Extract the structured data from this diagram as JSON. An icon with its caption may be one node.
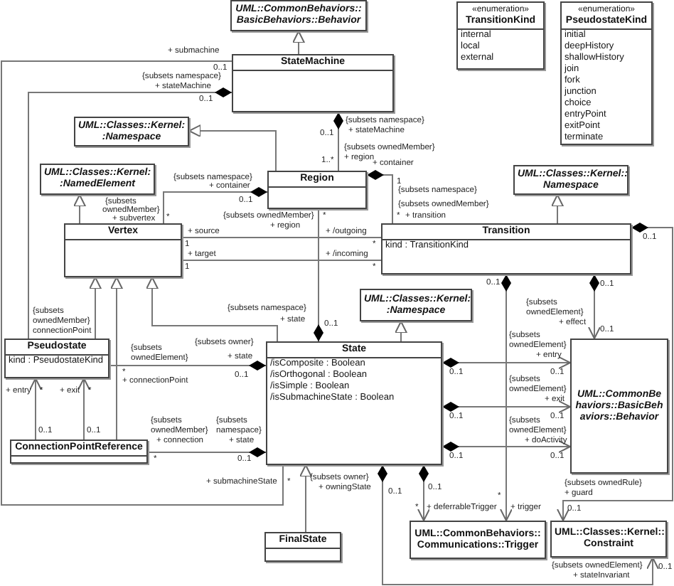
{
  "diagram": {
    "nodes": [
      {
        "text": [
          "UML::CommonBehaviors:: BasicBehaviors::Behavior"
        ]
      },
      {
        "text": [
          "«enumeration»",
          "TransitionKind",
          "internal",
          "local",
          "external"
        ]
      },
      {
        "text": [
          "«enumeration»",
          "PseudostateKind",
          "initial",
          "deepHistory",
          "shallowHistory",
          "join",
          "fork",
          "junction",
          "choice",
          "entryPoint",
          "exitPoint",
          "terminate"
        ]
      },
      {
        "text": [
          "StateMachine"
        ]
      },
      {
        "text": [
          "UML::Classes::Kernel: :Namespace"
        ]
      },
      {
        "text": [
          "Region"
        ]
      },
      {
        "text": [
          "UML::Classes::Kernel: :NamedElement"
        ]
      },
      {
        "text": [
          "UML::Classes::Kernel:: Namespace"
        ]
      },
      {
        "text": [
          "Vertex"
        ]
      },
      {
        "text": [
          "Transition",
          "kind : TransitionKind"
        ]
      },
      {
        "text": [
          "UML::Classes::Kernel: :Namespace"
        ]
      },
      {
        "text": [
          "Pseudostate",
          "kind : PseudostateKind"
        ]
      },
      {
        "text": [
          "State",
          "/isComposite : Boolean",
          "/isOrthogonal : Boolean",
          "/isSimple : Boolean",
          "/isSubmachineState : Boolean"
        ]
      },
      {
        "text": [
          "UML::CommonBe haviors::BasicBeh aviors::Behavior"
        ]
      },
      {
        "text": [
          "ConnectionPointReference"
        ]
      },
      {
        "text": [
          "FinalState"
        ]
      },
      {
        "text": [
          "UML::CommonBehaviors:: Communications::Trigger"
        ]
      },
      {
        "text": [
          "UML::Classes::Kernel:: Constraint"
        ]
      }
    ],
    "edges": [
      {
        "from": 3,
        "to": 0,
        "arrow": "to"
      },
      {
        "from": 5,
        "to": 4,
        "arrow": "to"
      },
      {
        "from": 8,
        "to": 6,
        "arrow": "to"
      },
      {
        "from": 9,
        "to": 7,
        "arrow": "to"
      },
      {
        "from": 11,
        "to": 8,
        "arrow": "to"
      },
      {
        "from": 14,
        "to": 8,
        "arrow": "to"
      },
      {
        "from": 12,
        "to": 8,
        "arrow": "to"
      },
      {
        "from": 12,
        "to": 10,
        "arrow": "to"
      },
      {
        "from": 15,
        "to": 12,
        "arrow": "to"
      },
      {
        "from": 3,
        "to": 12,
        "arrow": "none"
      },
      {
        "from": 3,
        "to": 5,
        "arrow": "other"
      },
      {
        "from": 3,
        "to": 11,
        "arrow": "other"
      },
      {
        "from": 5,
        "to": 8,
        "arrow": "other"
      },
      {
        "from": 5,
        "to": 9,
        "arrow": "other"
      },
      {
        "from": 8,
        "to": 9,
        "arrow": "none"
      },
      {
        "from": 8,
        "to": 9,
        "arrow": "none"
      },
      {
        "from": 12,
        "to": 5,
        "arrow": "other"
      },
      {
        "from": 12,
        "to": 11,
        "arrow": "other"
      },
      {
        "from": 12,
        "to": 14,
        "arrow": "other"
      },
      {
        "from": 14,
        "to": 11,
        "arrow": "to"
      },
      {
        "from": 14,
        "to": 11,
        "arrow": "to"
      },
      {
        "from": 9,
        "to": 13,
        "arrow": "to"
      },
      {
        "from": 12,
        "to": 13,
        "arrow": "to"
      },
      {
        "from": 12,
        "to": 13,
        "arrow": "to"
      },
      {
        "from": 12,
        "to": 13,
        "arrow": "to"
      },
      {
        "from": 9,
        "to": 16,
        "arrow": "to"
      },
      {
        "from": 12,
        "to": 16,
        "arrow": "to"
      },
      {
        "from": 9,
        "to": 17,
        "arrow": "to"
      },
      {
        "from": 12,
        "to": 17,
        "arrow": "to"
      }
    ],
    "labels": [
      "+ submachine",
      "0..1",
      "{subsets namespace}",
      "+ stateMachine",
      "0..1",
      "{subsets namespace}",
      "+ stateMachine",
      "0..1",
      "{subsets ownedMember}",
      "+ region",
      "1..*",
      "+ container",
      "1",
      "{subsets namespace}",
      "{subsets namespace}",
      "+ container",
      "0..1",
      "{subsets",
      "ownedMember}",
      "+ subvertex",
      "*",
      "{subsets ownedMember}",
      "+ region",
      "*",
      "{subsets ownedMember}",
      "*",
      "+ transition",
      "+ source",
      "1",
      "+ target",
      "1",
      "+ /outgoing",
      "*",
      "+ /incoming",
      "*",
      "0..1",
      "0..1",
      "0..1",
      "{subsets",
      "ownedElement}",
      "+ effect",
      "0..1",
      "{subsets namespace}",
      "+ state",
      "0..1",
      "{subsets",
      "ownedMember}",
      "connectionPoint",
      "{subsets owner}",
      "+ state",
      "0..1",
      "{subsets",
      "ownedElement}",
      "*",
      "+ connectionPoint",
      "{subsets",
      "ownedElement}",
      "+ entry",
      "0..1",
      "0..1",
      "{subsets",
      "ownedElement}",
      "+ exit",
      "0..1",
      "0..1",
      "{subsets",
      "ownedElement}",
      "+ doActivity",
      "0..1",
      "0..1",
      "{subsets ownedRule}",
      "+ guard",
      "0..1",
      "+ entry",
      "*",
      "+ exit",
      "*",
      "0..1",
      "0..1",
      "{subsets",
      "ownedMember}",
      "+ connection",
      "*",
      "{subsets",
      "namespace}",
      "+ state",
      "0..1",
      "+ submachineState",
      "*",
      "{subsets owner}",
      "+ owningState",
      "0..1",
      "0..1",
      "*",
      "+ deferrableTrigger",
      "*",
      "+ trigger",
      "{subsets ownedElement}",
      "+ stateInvariant",
      "0..1"
    ]
  }
}
